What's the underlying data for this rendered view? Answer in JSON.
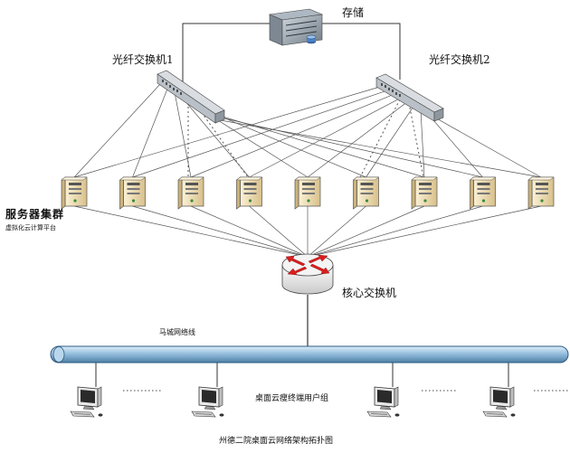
{
  "labels": {
    "storage": "存储",
    "fiber_switch_1": "光纤交换机1",
    "fiber_switch_2": "光纤交换机2",
    "server_cluster": "服务器集群",
    "server_cluster_sub": "虚拟化云计算平台",
    "core_switch": "核心交换机",
    "ring_bus": "马城网络线",
    "terminal_group": "桌面云瘦终端用户组",
    "footer_title": "州德二院桌面云网络架构拓扑图"
  },
  "colors": {
    "line": "#333333",
    "bus_fill": "#9cc3e0",
    "bus_stroke": "#2c5a80",
    "router_arrow": "#d81e1e",
    "server_body": "#f0e0b8"
  },
  "icons": {
    "storage": "storage-array-icon",
    "switch": "fiber-switch-icon",
    "server": "tower-server-icon",
    "router": "core-router-icon",
    "terminal": "thin-client-terminal-icon"
  },
  "server_count": 9,
  "terminal_count": 4
}
